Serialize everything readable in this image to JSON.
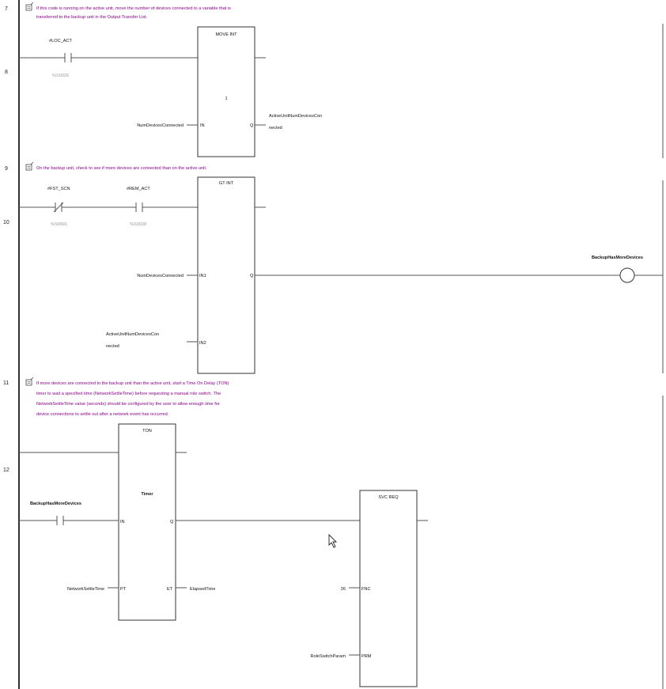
{
  "rungs": {
    "r7": {
      "number": "7",
      "comment": [
        "If this code is running on the active unit, move the number of devices connected to a variable that is",
        "transferred to the backup unit in the Output Transfer List."
      ]
    },
    "r8": {
      "number": "8",
      "contact_var": "#LOC_ACT",
      "contact_addr": "%S0026",
      "block_name": "MOVE INT",
      "block_param": "1",
      "in_label": "IN",
      "out_label": "Q",
      "in_var": "NumDevicesConnected",
      "out_var": [
        "ActiveUnitNumDevicesCon",
        "nected"
      ]
    },
    "r9": {
      "number": "9",
      "comment": "On the backup unit, check to see if more devices are connected than on the active unit."
    },
    "r10": {
      "number": "10",
      "contact1_var": "#FST_SCN",
      "contact1_addr": "%S0001",
      "contact2_var": "#REM_ACT",
      "contact2_addr": "%S0028",
      "block_name": "GT INT",
      "in1_label": "IN1",
      "in2_label": "IN2",
      "out_label": "Q",
      "in1_var": "NumDevicesConnected",
      "in2_var": [
        "ActiveUnitNumDevicesCon",
        "nected"
      ],
      "coil_var": "BackupHasMoreDevices"
    },
    "r11": {
      "number": "11",
      "comment": [
        "If more devices are connected to the backup unit than the active unit, start a Time On Delay (TON)",
        "timer to wait a specified time (NetworkSettleTime) before requesting a manual role switch.  The",
        "NetworkSettleTime value (seconds) should be configured by the user to allow enough time for",
        "device connections to settle out after a network event has occurred."
      ]
    },
    "r12": {
      "number": "12",
      "ton_name": "TON",
      "ton_instance": "Timer",
      "ton_in": "IN",
      "ton_q": "Q",
      "ton_pt": "PT",
      "ton_et": "ET",
      "contact_var": "BackupHasMoreDevices",
      "pt_var": "NetworkSettleTime",
      "et_var": "ElapsedTime",
      "svc_name": "SVC REQ",
      "svc_fnc": "FNC",
      "svc_prm": "PRM",
      "fnc_value": "26",
      "prm_var": "RoleSwitchParam"
    }
  }
}
